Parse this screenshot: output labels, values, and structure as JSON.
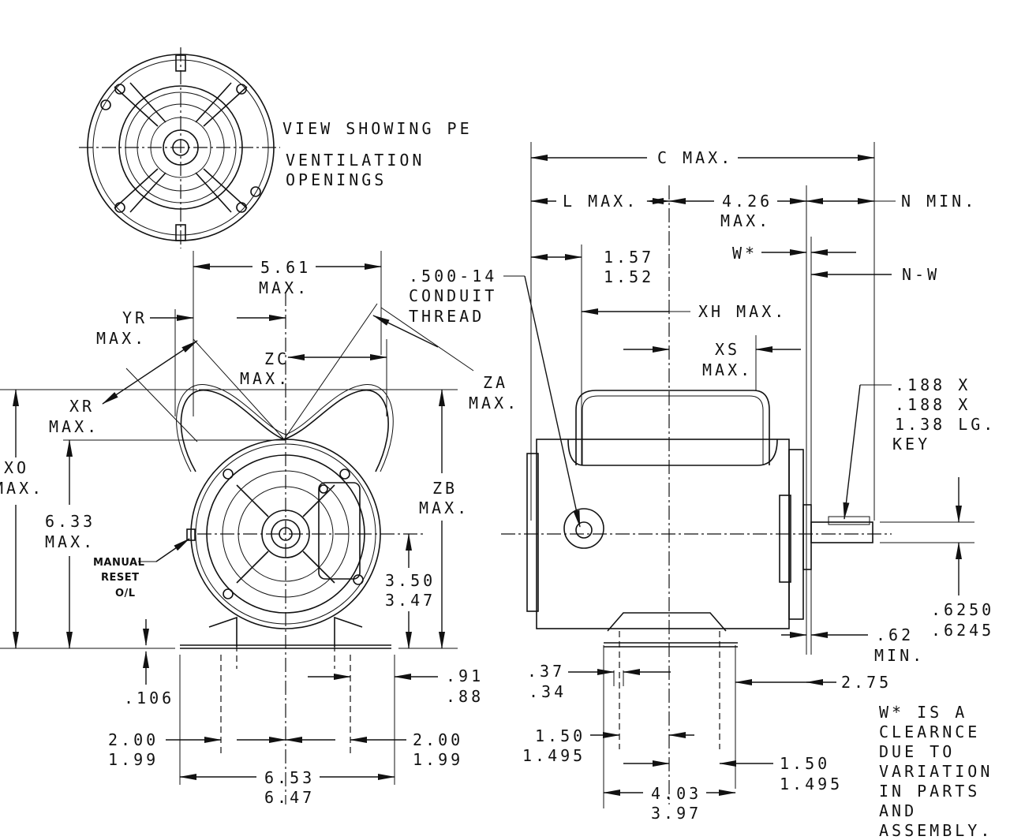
{
  "top_view": {
    "line1": "VIEW SHOWING PE",
    "line2": "VENTILATION",
    "line3": "OPENINGS"
  },
  "front_view": {
    "w561": [
      "5.61",
      "MAX."
    ],
    "yr": [
      "YR",
      "MAX."
    ],
    "zc": [
      "ZC",
      "MAX."
    ],
    "xr": [
      "XR",
      "MAX."
    ],
    "xo": [
      "XO",
      "MAX."
    ],
    "h633": [
      "6.33",
      "MAX."
    ],
    "manual_reset": [
      "MANUAL",
      "RESET",
      "O/L"
    ],
    "h350": [
      "3.50",
      "3.47"
    ],
    "zb": [
      "ZB",
      "MAX."
    ],
    "za": [
      "ZA",
      "MAX."
    ],
    "conduit": [
      ".500-14",
      "CONDUIT",
      "THREAD"
    ],
    "h106": ".106",
    "w91": [
      ".91",
      ".88"
    ],
    "w200_left": [
      "2.00",
      "1.99"
    ],
    "w200_right": [
      "2.00",
      "1.99"
    ],
    "w653": [
      "6.53",
      "6.47"
    ]
  },
  "side_view": {
    "c_max": "C MAX.",
    "l_max": "L MAX.",
    "w426": [
      "4.26",
      "MAX."
    ],
    "n_min": "N MIN.",
    "w_star": "W*",
    "w157": [
      "1.57",
      "1.52"
    ],
    "n_w": "N-W",
    "xh_max": "XH MAX.",
    "xs": [
      "XS",
      "MAX."
    ],
    "key": [
      ".188 X",
      ".188 X",
      "1.38 LG.",
      "KEY"
    ],
    "shaft": [
      ".6250",
      ".6245"
    ],
    "w62": [
      ".62",
      "MIN."
    ],
    "w37": [
      ".37",
      ".34"
    ],
    "w275": "2.75",
    "w150_left": [
      "1.50",
      "1.495"
    ],
    "w150_right": [
      "1.50",
      "1.495"
    ],
    "w403": [
      "4.03",
      "3.97"
    ]
  },
  "note": [
    "W* IS A",
    "CLEARNCE",
    "DUE TO",
    "VARIATION",
    "IN PARTS",
    "AND",
    "ASSEMBLY."
  ]
}
